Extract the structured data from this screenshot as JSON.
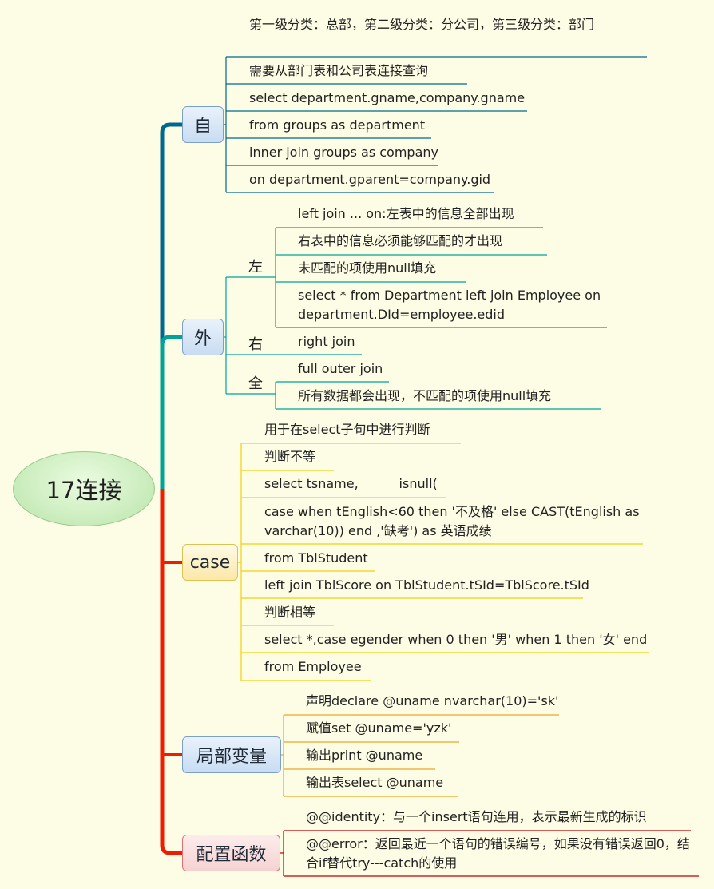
{
  "root": {
    "label": "17连接"
  },
  "colors": {
    "teal": "#00688b",
    "green": "#00a496",
    "red": "#ee1c00",
    "yellow": "#f3cf0d",
    "darkred": "#c00000"
  },
  "branches": {
    "zi": {
      "label": "自",
      "items": [
        "第一级分类：总部，第二级分类：分公司，第三级分类：部门",
        "需要从部门表和公司表连接查询",
        "select department.gname,company.gname",
        "from groups as department",
        "inner join groups as company",
        "on department.gparent=company.gid"
      ]
    },
    "wai": {
      "label": "外",
      "left": {
        "label": "左",
        "items": [
          "left join ... on:左表中的信息全部出现",
          "右表中的信息必须能够匹配的才出现",
          "未匹配的项使用null填充",
          "select * from Department left join Employee on department.DId=employee.edid"
        ]
      },
      "right": {
        "label": "右",
        "items": [
          "right join"
        ]
      },
      "full": {
        "label": "全",
        "items": [
          "full outer join",
          "所有数据都会出现，不匹配的项使用null填充"
        ]
      }
    },
    "case": {
      "label": "case",
      "items": [
        "用于在select子句中进行判断",
        "判断不等",
        "select tsname,          isnull(",
        "case when tEnglish<60 then '不及格' else CAST(tEnglish as varchar(10)) end  ,'缺考') as 英语成绩",
        "from TblStudent",
        "left join TblScore on TblStudent.tSId=TblScore.tSId",
        "判断相等",
        "select *,case egender when 0 then '男' when 1 then '女' end",
        "from Employee"
      ]
    },
    "local": {
      "label": "局部变量",
      "items": [
        "声明declare @uname nvarchar(10)='sk'",
        "赋值set @uname='yzk'",
        "输出print @uname",
        "输出表select @uname"
      ]
    },
    "config": {
      "label": "配置函数",
      "items": [
        "@@identity：与一个insert语句连用，表示最新生成的标识",
        "@@error：返回最近一个语句的错误编号，如果没有错误返回0，结合if替代try---catch的使用"
      ]
    }
  }
}
